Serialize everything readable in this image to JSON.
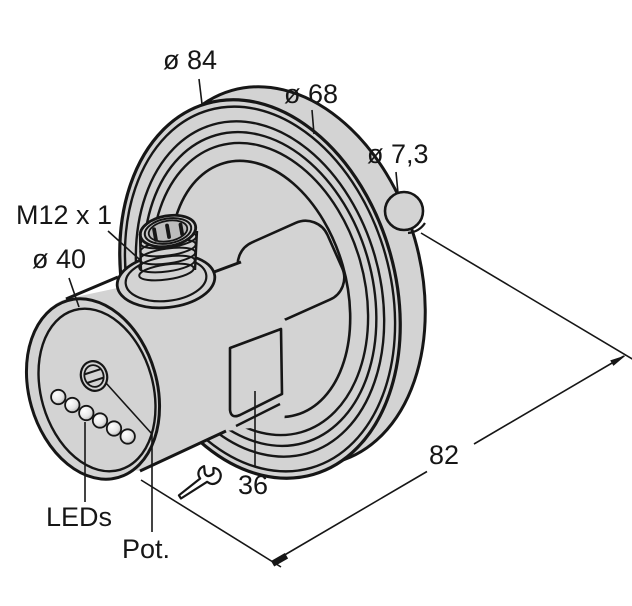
{
  "drawing": {
    "type": "technical-dimension-drawing",
    "view": "isometric sensor with mounting flange",
    "dimensions": {
      "flange_outer_diameter": "ø 84",
      "flange_groove_diameter": "ø 68",
      "pin_diameter": "ø 7,3",
      "connector_thread": "M12 x 1",
      "body_diameter": "ø 40",
      "overall_depth": "82",
      "wrench_size": "36"
    },
    "callouts": {
      "leds": "LEDs",
      "potentiometer": "Pot."
    },
    "icons": [
      {
        "name": "wrench-icon",
        "meaning": "spanner / wrench flat size"
      }
    ],
    "colors": {
      "part_fill": "#d3d3d3",
      "socket_fill": "#bdbdbd",
      "line": "#161616",
      "background": "#ffffff"
    }
  }
}
